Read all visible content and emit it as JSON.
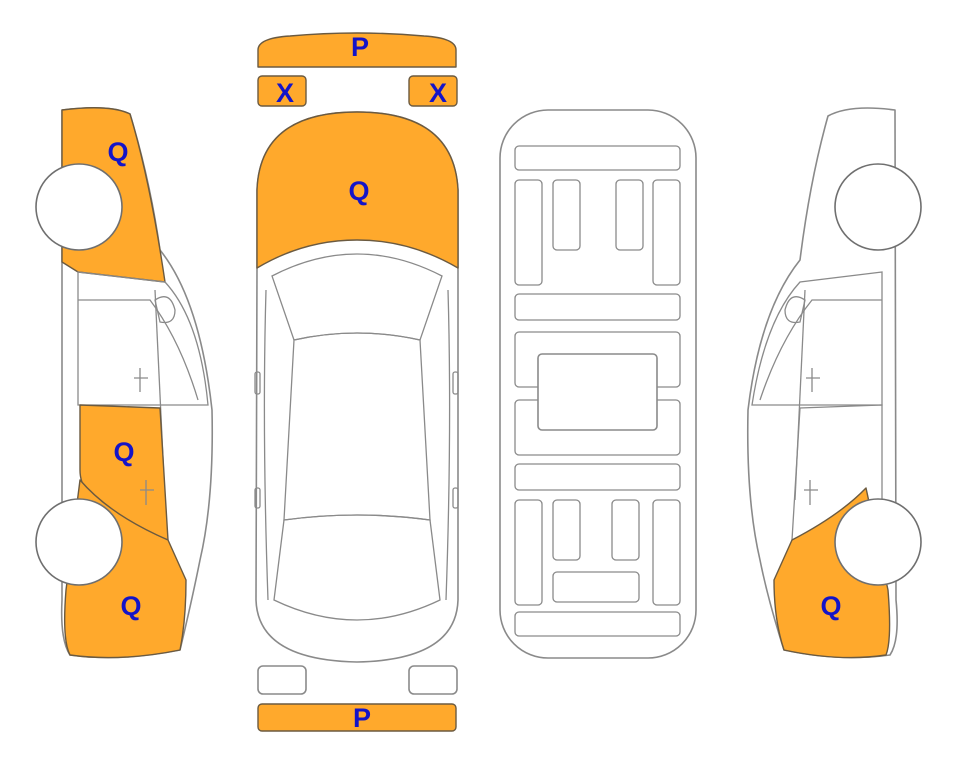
{
  "colors": {
    "damage_fill": "#ffa92c",
    "label_text": "#1414c8",
    "outline": "#8a8a8a"
  },
  "views": [
    "left-side",
    "top",
    "underbody",
    "right-side"
  ],
  "labels": {
    "front_bumper": "P",
    "left_headlight": "X",
    "right_headlight": "X",
    "hood": "Q",
    "left_front_fender": "Q",
    "left_rear_door": "Q",
    "left_rear_quarter": "Q",
    "right_rear_quarter": "Q",
    "rear_bumper": "P"
  },
  "damaged_parts": [
    "front_bumper",
    "left_headlight",
    "right_headlight",
    "hood",
    "left_front_fender",
    "left_rear_door",
    "left_rear_quarter",
    "right_rear_quarter",
    "rear_bumper"
  ]
}
